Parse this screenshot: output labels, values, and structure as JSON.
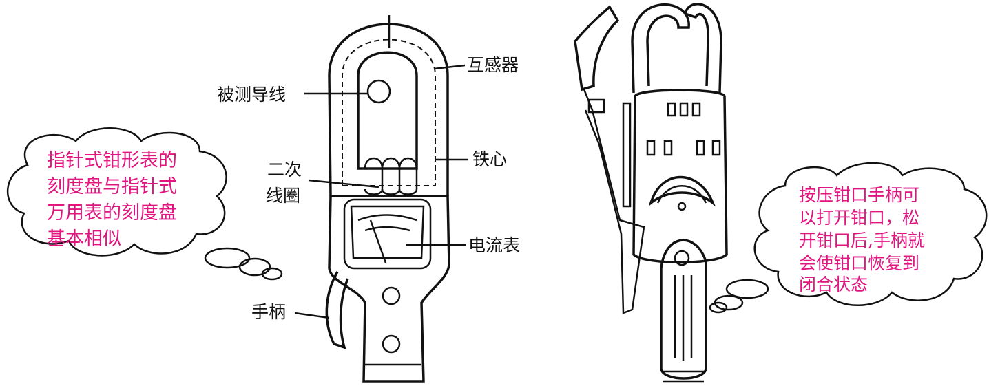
{
  "left_figure": {
    "labels": {
      "conductor": "被测导线",
      "transformer": "互感器",
      "core": "铁心",
      "secondary_coil_line1": "二次",
      "secondary_coil_line2": "线圈",
      "ammeter": "电流表",
      "handle": "手柄"
    },
    "callout": {
      "lines": [
        "指针式钳形表的",
        "刻度盘与指针式",
        "万用表的刻度盘",
        "基本相似"
      ]
    }
  },
  "right_figure": {
    "callout": {
      "lines": [
        "按压钳口手柄可",
        "以打开钳口，松",
        "开钳口后,手柄就",
        "会使钳口恢复到",
        "闭合状态"
      ]
    }
  },
  "colors": {
    "callout_text": "#e0157f",
    "line": "#111111"
  }
}
